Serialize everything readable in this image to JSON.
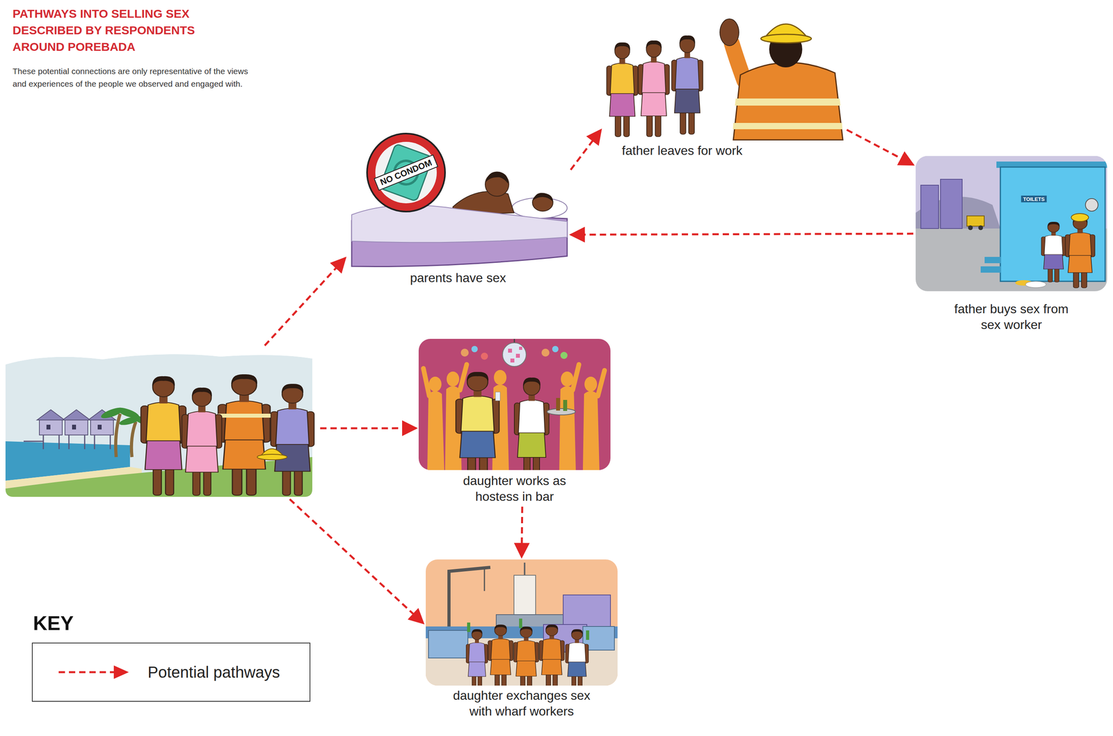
{
  "diagram": {
    "title": "PATHWAYS INTO SELLING SEX DESCRIBED BY RESPONDENTS AROUND POREBADA",
    "caption": "These potential connections are only representative of the views and experiences of the people we observed and engaged with.",
    "nodes": [
      {
        "text": []
      },
      {
        "text": [
          "parents have sex"
        ]
      },
      {
        "text": [
          "father leaves for work"
        ]
      },
      {
        "text": [
          "father buys sex from sex worker"
        ]
      },
      {
        "text": [
          "daughter works as hostess in bar"
        ]
      },
      {
        "text": [
          "daughter exchanges sex with wharf workers"
        ]
      }
    ],
    "edges": [
      {
        "from": 0,
        "to": 1,
        "arrow": "to"
      },
      {
        "from": 1,
        "to": 2,
        "arrow": "to"
      },
      {
        "from": 2,
        "to": 3,
        "arrow": "to"
      },
      {
        "from": 3,
        "to": 1,
        "arrow": "to"
      },
      {
        "from": 0,
        "to": 4,
        "arrow": "to"
      },
      {
        "from": 4,
        "to": 5,
        "arrow": "to"
      },
      {
        "from": 0,
        "to": 5,
        "arrow": "to"
      }
    ],
    "labels": [
      "NO CONDOM",
      "TOILETS",
      "KEY"
    ],
    "legend": [
      {
        "text": "Potential pathways"
      }
    ]
  }
}
